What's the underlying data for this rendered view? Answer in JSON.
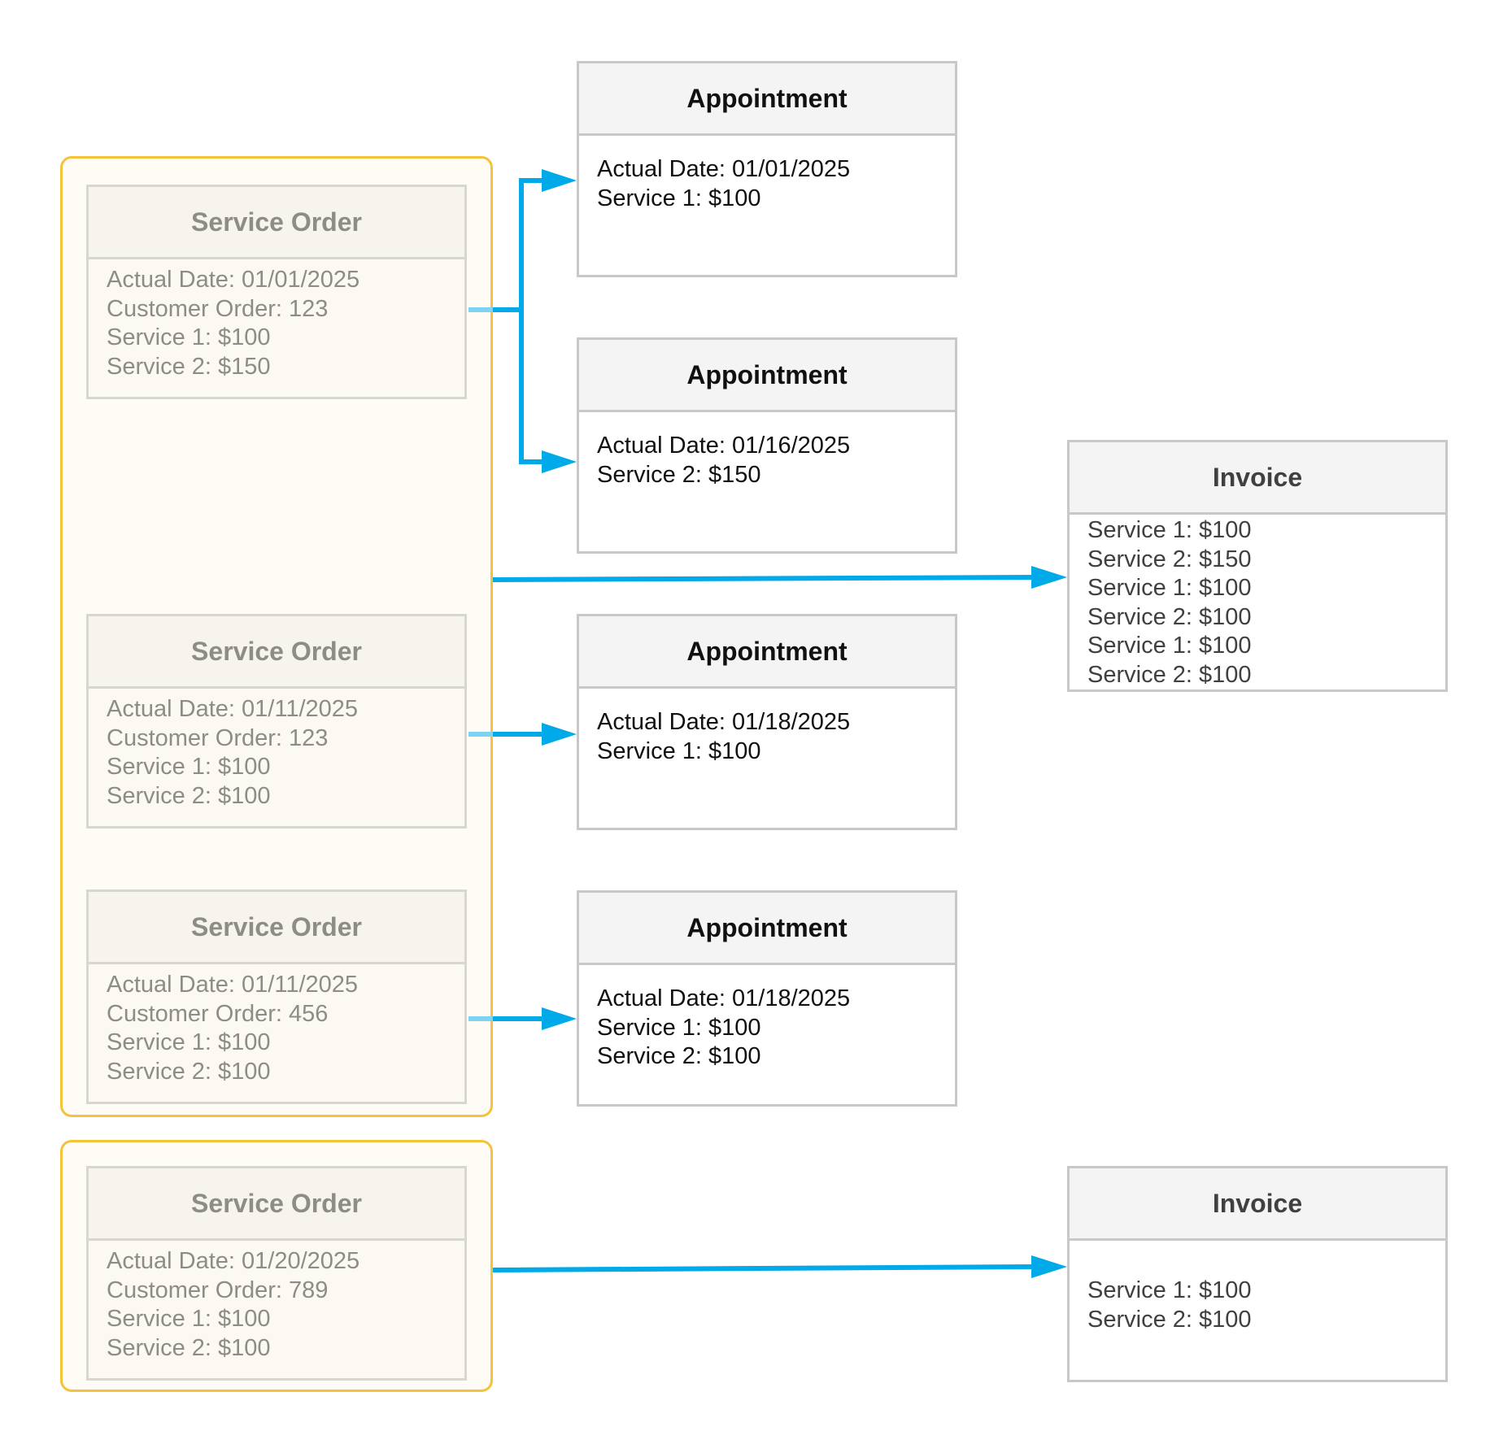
{
  "service_orders": [
    {
      "title": "Service Order",
      "lines": [
        "Actual Date: 01/01/2025",
        "Customer Order: 123",
        "Service 1: $100",
        "Service 2: $150"
      ]
    },
    {
      "title": "Service Order",
      "lines": [
        "Actual Date: 01/11/2025",
        "Customer Order: 123",
        "Service 1: $100",
        "Service 2: $100"
      ]
    },
    {
      "title": "Service Order",
      "lines": [
        "Actual Date: 01/11/2025",
        "Customer Order: 456",
        "Service 1: $100",
        "Service 2: $100"
      ]
    },
    {
      "title": "Service Order",
      "lines": [
        "Actual Date: 01/20/2025",
        "Customer Order: 789",
        "Service 1: $100",
        "Service 2: $100"
      ]
    }
  ],
  "appointments": [
    {
      "title": "Appointment",
      "lines": [
        "Actual Date: 01/01/2025",
        "Service 1: $100"
      ]
    },
    {
      "title": "Appointment",
      "lines": [
        "Actual Date: 01/16/2025",
        "Service 2: $150"
      ]
    },
    {
      "title": "Appointment",
      "lines": [
        "Actual Date: 01/18/2025",
        "Service 1: $100"
      ]
    },
    {
      "title": "Appointment",
      "lines": [
        "Actual Date: 01/18/2025",
        "Service 1: $100",
        "Service 2: $100"
      ]
    }
  ],
  "invoices": [
    {
      "title": "Invoice",
      "lines": [
        "Service 1: $100",
        "Service 2: $150",
        "Service 1: $100",
        "Service 2: $100",
        "Service 1: $100",
        "Service 2: $100"
      ]
    },
    {
      "title": "Invoice",
      "lines": [
        "Service 1: $100",
        "Service 2: $100"
      ]
    }
  ],
  "colors": {
    "arrow": "#00a9e8",
    "arrow_tail": "#7fd3f2",
    "group_border": "#f5c33b",
    "group_fill": "#fefcf4"
  }
}
